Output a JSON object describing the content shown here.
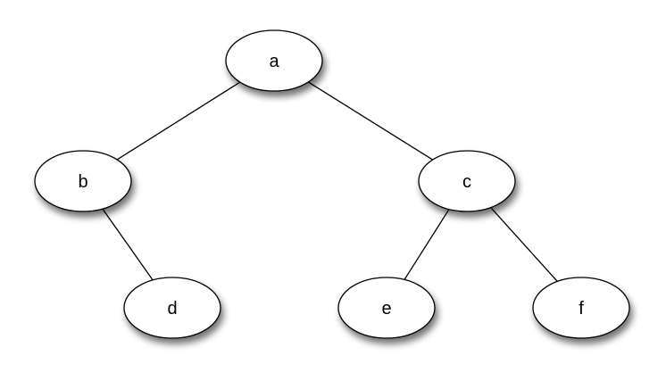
{
  "diagram": {
    "type": "tree",
    "nodes": [
      {
        "id": "a",
        "label": "a"
      },
      {
        "id": "b",
        "label": "b"
      },
      {
        "id": "c",
        "label": "c"
      },
      {
        "id": "d",
        "label": "d"
      },
      {
        "id": "e",
        "label": "e"
      },
      {
        "id": "f",
        "label": "f"
      }
    ],
    "edges": [
      {
        "from": "a",
        "to": "b"
      },
      {
        "from": "a",
        "to": "c"
      },
      {
        "from": "b",
        "to": "d"
      },
      {
        "from": "c",
        "to": "e"
      },
      {
        "from": "c",
        "to": "f"
      }
    ],
    "colors": {
      "node_fill": "#ffffff",
      "node_stroke": "#000000",
      "edge": "#000000",
      "shadow": "#000000"
    }
  }
}
